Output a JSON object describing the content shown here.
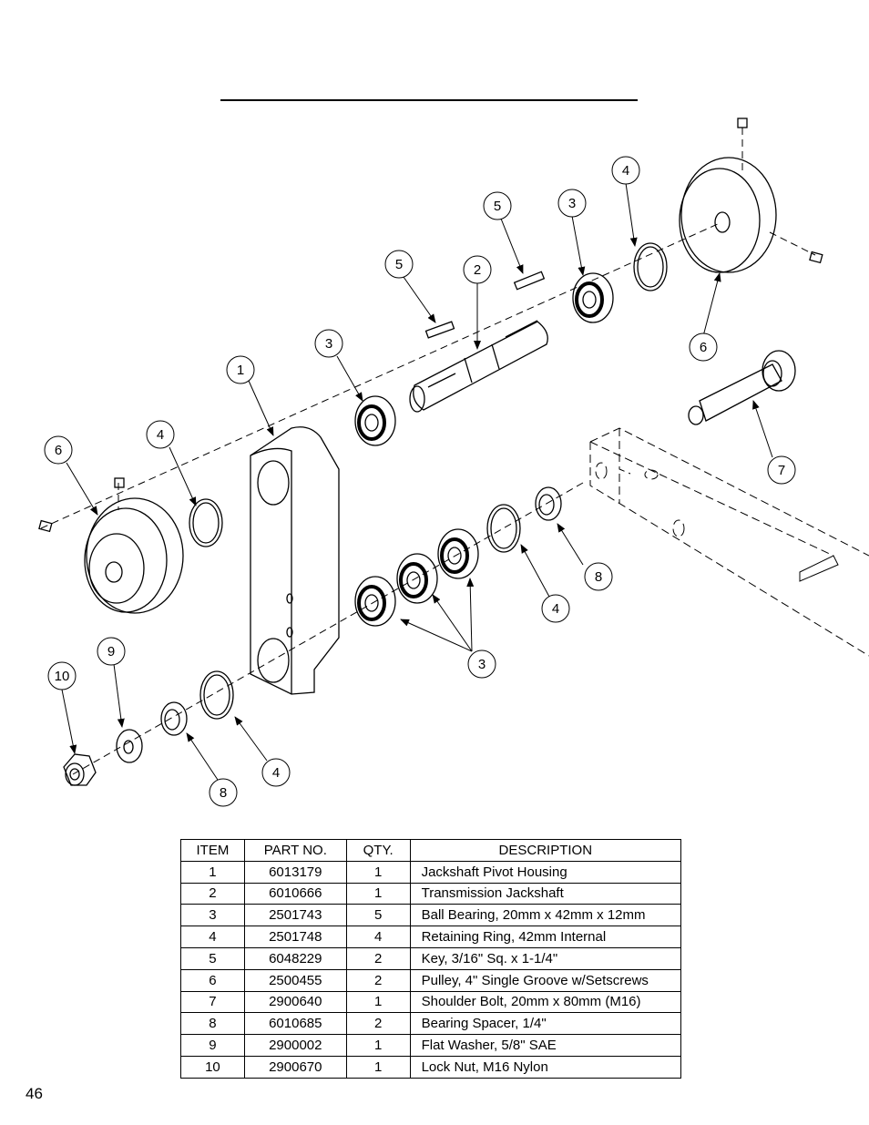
{
  "diagram": {
    "callouts": [
      {
        "label": "1"
      },
      {
        "label": "2"
      },
      {
        "label": "3"
      },
      {
        "label": "3"
      },
      {
        "label": "3"
      },
      {
        "label": "4"
      },
      {
        "label": "4"
      },
      {
        "label": "4"
      },
      {
        "label": "4"
      },
      {
        "label": "5"
      },
      {
        "label": "5"
      },
      {
        "label": "6"
      },
      {
        "label": "6"
      },
      {
        "label": "7"
      },
      {
        "label": "8"
      },
      {
        "label": "8"
      },
      {
        "label": "9"
      },
      {
        "label": "10"
      }
    ]
  },
  "table": {
    "headers": {
      "item": "ITEM",
      "part": "PART NO.",
      "qty": "QTY.",
      "desc": "DESCRIPTION"
    },
    "rows": [
      {
        "item": "1",
        "part": "6013179",
        "qty": "1",
        "desc": "Jackshaft Pivot Housing"
      },
      {
        "item": "2",
        "part": "6010666",
        "qty": "1",
        "desc": "Transmission Jackshaft"
      },
      {
        "item": "3",
        "part": "2501743",
        "qty": "5",
        "desc": "Ball Bearing, 20mm x 42mm x 12mm"
      },
      {
        "item": "4",
        "part": "2501748",
        "qty": "4",
        "desc": "Retaining Ring, 42mm Internal"
      },
      {
        "item": "5",
        "part": "6048229",
        "qty": "2",
        "desc": "Key, 3/16\" Sq. x 1-1/4\""
      },
      {
        "item": "6",
        "part": "2500455",
        "qty": "2",
        "desc": "Pulley, 4\" Single Groove w/Setscrews"
      },
      {
        "item": "7",
        "part": "2900640",
        "qty": "1",
        "desc": "Shoulder Bolt, 20mm x 80mm (M16)"
      },
      {
        "item": "8",
        "part": "6010685",
        "qty": "2",
        "desc": "Bearing Spacer, 1/4\""
      },
      {
        "item": "9",
        "part": "2900002",
        "qty": "1",
        "desc": "Flat Washer, 5/8\" SAE"
      },
      {
        "item": "10",
        "part": "2900670",
        "qty": "1",
        "desc": "Lock Nut, M16 Nylon"
      }
    ]
  },
  "page_number": "46"
}
